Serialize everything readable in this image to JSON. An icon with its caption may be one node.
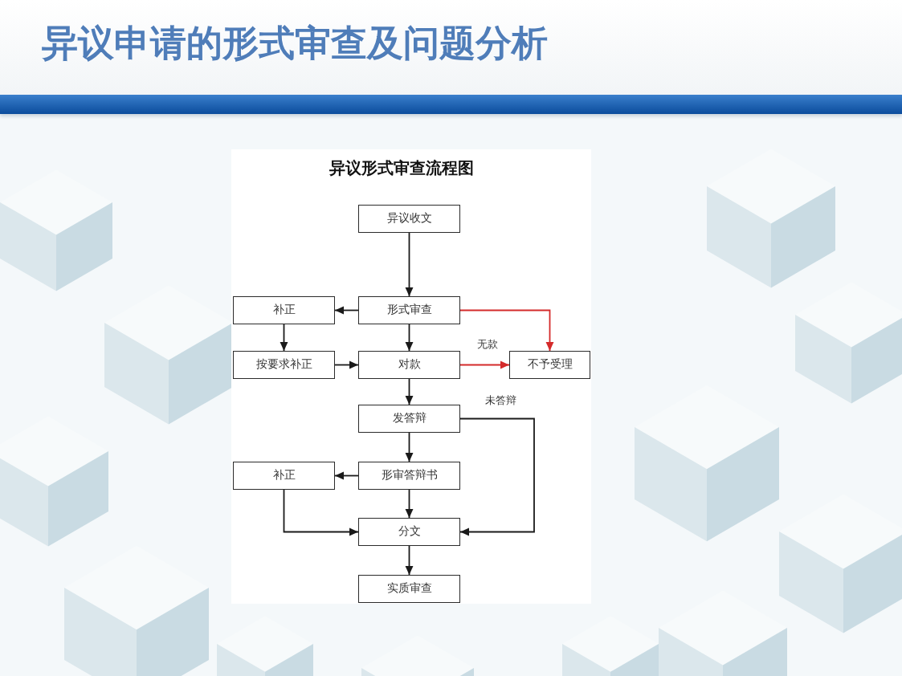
{
  "diagram": {
    "title": "异议申请的形式审查及问题分析",
    "nodes": [
      {
        "text": [
          "异议收文"
        ]
      },
      {
        "text": [
          "补正"
        ]
      },
      {
        "text": [
          "形式审查"
        ]
      },
      {
        "text": [
          "按要求补正"
        ]
      },
      {
        "text": [
          "对款"
        ]
      },
      {
        "text": [
          "不予受理"
        ]
      },
      {
        "text": [
          "发答辩"
        ]
      },
      {
        "text": [
          "补正"
        ]
      },
      {
        "text": [
          "形审答辩书"
        ]
      },
      {
        "text": [
          "分文"
        ]
      },
      {
        "text": [
          "实质审查"
        ]
      }
    ],
    "edges": [
      {
        "from": 0,
        "to": 2,
        "arrow": "to"
      },
      {
        "from": 2,
        "to": 1,
        "arrow": "to"
      },
      {
        "from": 1,
        "to": 3,
        "arrow": "to"
      },
      {
        "from": 2,
        "to": 4,
        "arrow": "to"
      },
      {
        "from": 3,
        "to": 4,
        "arrow": "to"
      },
      {
        "from": 4,
        "to": 5,
        "arrow": "to",
        "label": "无款",
        "color": "#d42a2a"
      },
      {
        "from": 2,
        "to": 5,
        "arrow": "to",
        "color": "#d42a2a"
      },
      {
        "from": 4,
        "to": 6,
        "arrow": "to"
      },
      {
        "from": 6,
        "to": 8,
        "arrow": "to"
      },
      {
        "from": 6,
        "to": 9,
        "arrow": "to",
        "label": "未答辩"
      },
      {
        "from": 8,
        "to": 7,
        "arrow": "to"
      },
      {
        "from": 8,
        "to": 9,
        "arrow": "to"
      },
      {
        "from": 7,
        "to": 9,
        "arrow": "to"
      },
      {
        "from": 9,
        "to": 10,
        "arrow": "to"
      }
    ],
    "labels": [
      "异议形式审查流程图"
    ]
  }
}
